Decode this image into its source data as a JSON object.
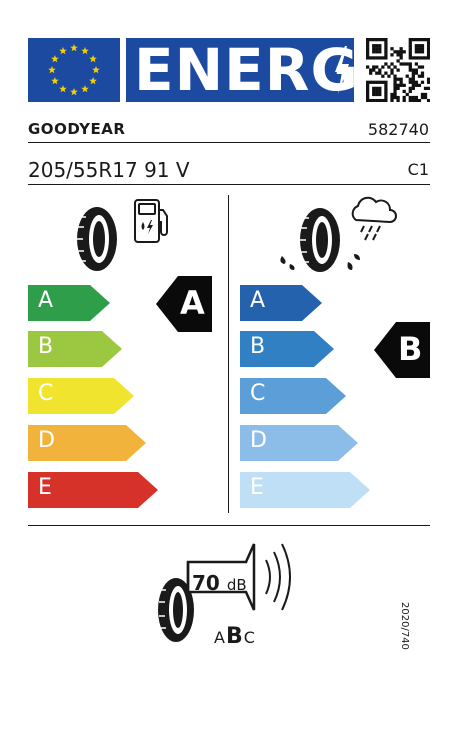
{
  "header": {
    "energy_word": "ENERG",
    "flag_color": "#1c4aa0",
    "qr_icon": "qr-code-icon"
  },
  "product": {
    "supplier": "GOODYEAR",
    "model_id": "582740",
    "tyre_size": "205/55R17 91 V",
    "tyre_class": "C1"
  },
  "fuel_efficiency": {
    "icon": "fuel-pump-icon",
    "classes": [
      "A",
      "B",
      "C",
      "D",
      "E"
    ],
    "colors": [
      "#2e9e4a",
      "#9bc741",
      "#f1e42e",
      "#f2b33c",
      "#d7322a"
    ],
    "rating": "A"
  },
  "wet_grip": {
    "icon": "rain-cloud-icon",
    "classes": [
      "A",
      "B",
      "C",
      "D",
      "E"
    ],
    "colors": [
      "#2462ad",
      "#3180c4",
      "#5c9fd8",
      "#8cbde8",
      "#bfdff7"
    ],
    "rating": "B"
  },
  "noise": {
    "value": "70",
    "unit": "dB",
    "class_left": "A",
    "class_mid": "B",
    "class_right": "C",
    "icon": "speaker-icon"
  },
  "regulation": "2020/740"
}
